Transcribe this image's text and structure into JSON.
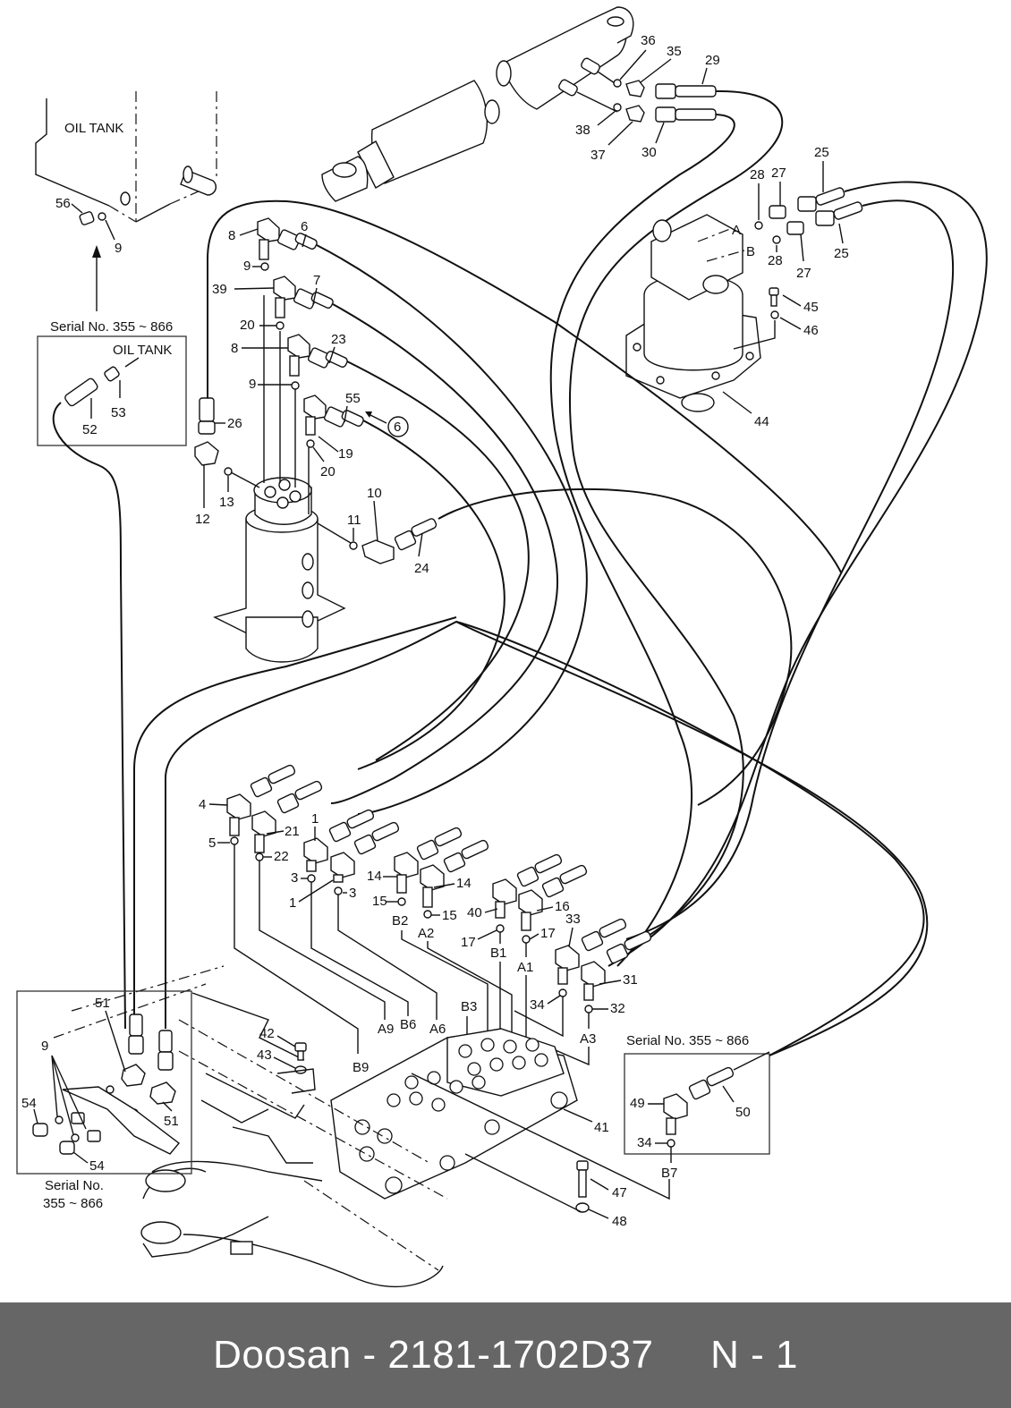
{
  "footer": {
    "brand": "Doosan",
    "part_number": "2181-1702D37",
    "page": "N - 1",
    "text": "Doosan - 2181-1702D37     N - 1"
  },
  "diagram": {
    "title_labels": {
      "oil_tank_top": "OIL TANK",
      "oil_tank_inset": "OIL TANK",
      "serial_inset_top_left": "Serial No. 355 ~ 866",
      "serial_inset_bottom_left": [
        "Serial No.",
        "355 ~ 866"
      ],
      "serial_inset_right": "Serial No. 355 ~ 866",
      "ref_circle": "6"
    },
    "part_callouts": [
      "1",
      "3",
      "4",
      "5",
      "6",
      "7",
      "8",
      "9",
      "10",
      "11",
      "12",
      "13",
      "14",
      "15",
      "16",
      "17",
      "19",
      "20",
      "21",
      "22",
      "23",
      "24",
      "25",
      "26",
      "27",
      "28",
      "29",
      "30",
      "31",
      "32",
      "33",
      "34",
      "35",
      "36",
      "37",
      "38",
      "39",
      "40",
      "41",
      "42",
      "43",
      "44",
      "45",
      "46",
      "47",
      "48",
      "49",
      "50",
      "51",
      "52",
      "53",
      "54",
      "55",
      "56"
    ],
    "port_labels": [
      "A",
      "B",
      "A1",
      "A2",
      "A3",
      "A6",
      "A9",
      "B1",
      "B2",
      "B3",
      "B6",
      "B7",
      "B9"
    ]
  }
}
